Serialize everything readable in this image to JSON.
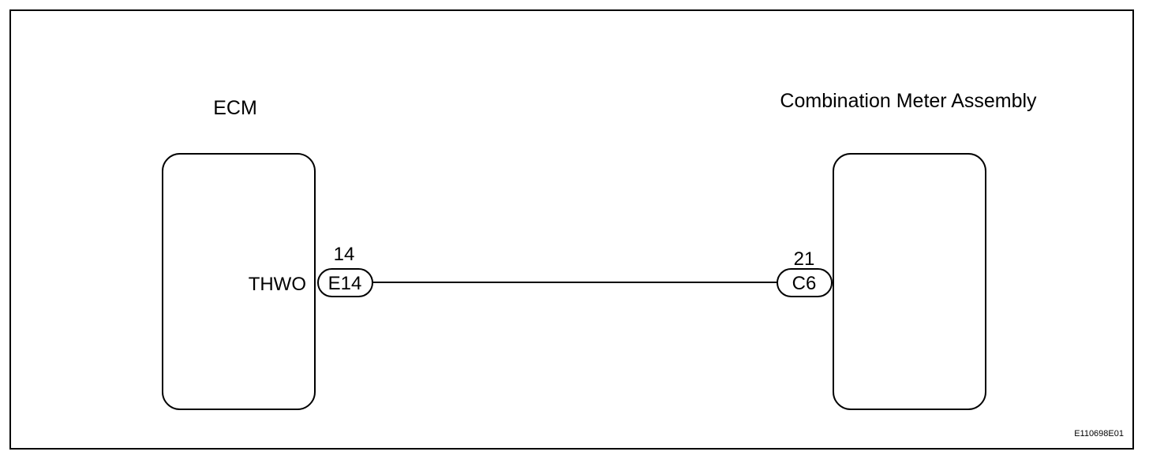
{
  "diagram": {
    "figure_id": "E110698E01",
    "left_unit": {
      "name": "ECM",
      "terminal_name": "THWO",
      "connector": "E14",
      "pin": "14"
    },
    "right_unit": {
      "name": "Combination Meter Assembly",
      "connector": "C6",
      "pin": "21"
    },
    "colors": {
      "line": "#000000",
      "background": "#ffffff"
    }
  }
}
